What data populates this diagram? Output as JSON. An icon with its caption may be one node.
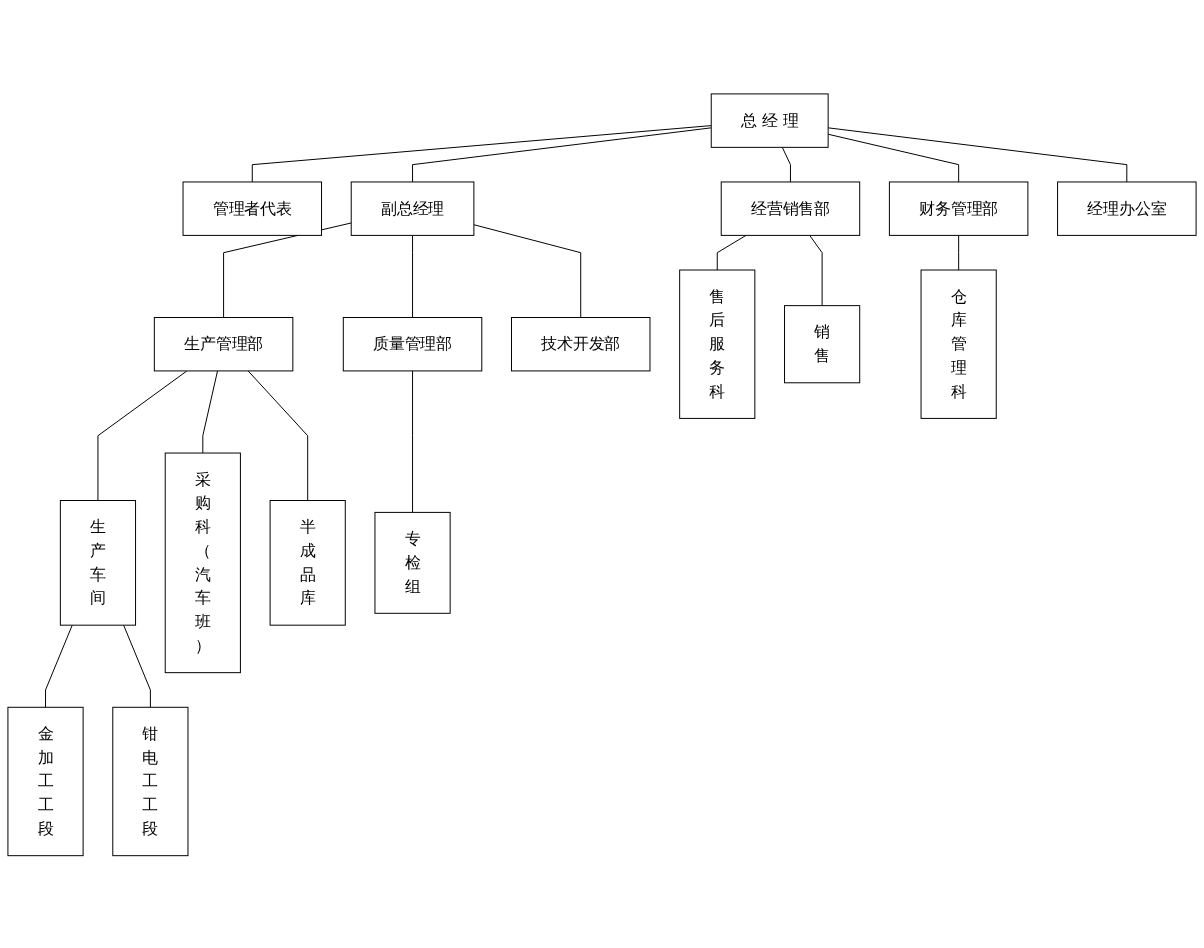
{
  "diagram": {
    "nodes": [
      {
        "text": [
          "总 经 理"
        ]
      },
      {
        "text": [
          "管理者代表"
        ]
      },
      {
        "text": [
          "副总经理"
        ]
      },
      {
        "text": [
          "经营销售部"
        ]
      },
      {
        "text": [
          "财务管理部"
        ]
      },
      {
        "text": [
          "经理办公室"
        ]
      },
      {
        "text": [
          "生产管理部"
        ]
      },
      {
        "text": [
          "质量管理部"
        ]
      },
      {
        "text": [
          "技术开发部"
        ]
      },
      {
        "text": [
          "售后服务科"
        ]
      },
      {
        "text": [
          "销售"
        ]
      },
      {
        "text": [
          "仓库管理科"
        ]
      },
      {
        "text": [
          "生产车间"
        ]
      },
      {
        "text": [
          "采购科（汽车班）"
        ]
      },
      {
        "text": [
          "半成品库"
        ]
      },
      {
        "text": [
          "专检组"
        ]
      },
      {
        "text": [
          "金加工工段"
        ]
      },
      {
        "text": [
          "钳电工工段"
        ]
      }
    ],
    "edges": [
      {
        "from": 0,
        "to": 1,
        "arrow": "none"
      },
      {
        "from": 0,
        "to": 2,
        "arrow": "none"
      },
      {
        "from": 0,
        "to": 3,
        "arrow": "none"
      },
      {
        "from": 0,
        "to": 4,
        "arrow": "none"
      },
      {
        "from": 0,
        "to": 5,
        "arrow": "none"
      },
      {
        "from": 2,
        "to": 6,
        "arrow": "none"
      },
      {
        "from": 2,
        "to": 7,
        "arrow": "none"
      },
      {
        "from": 2,
        "to": 8,
        "arrow": "none"
      },
      {
        "from": 3,
        "to": 9,
        "arrow": "none"
      },
      {
        "from": 3,
        "to": 10,
        "arrow": "none"
      },
      {
        "from": 4,
        "to": 11,
        "arrow": "none"
      },
      {
        "from": 6,
        "to": 12,
        "arrow": "none"
      },
      {
        "from": 6,
        "to": 13,
        "arrow": "none"
      },
      {
        "from": 6,
        "to": 14,
        "arrow": "none"
      },
      {
        "from": 7,
        "to": 15,
        "arrow": "none"
      },
      {
        "from": 12,
        "to": 16,
        "arrow": "none"
      },
      {
        "from": 12,
        "to": 17,
        "arrow": "none"
      }
    ]
  }
}
